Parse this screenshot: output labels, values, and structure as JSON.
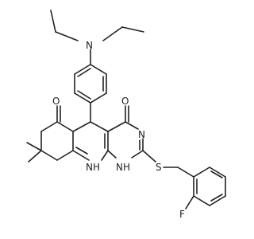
{
  "molecule": {
    "atoms": [
      {
        "id": "n_amine",
        "label": "N"
      },
      {
        "id": "o_ketone",
        "label": "O"
      },
      {
        "id": "o_amide",
        "label": "O"
      },
      {
        "id": "n_ring_eq",
        "label": "N"
      },
      {
        "id": "s_thio",
        "label": "S"
      },
      {
        "id": "nh_ring",
        "label": "NH"
      },
      {
        "id": "nh_bridge",
        "label": "NH"
      },
      {
        "id": "f_aryl",
        "label": "F"
      }
    ]
  }
}
